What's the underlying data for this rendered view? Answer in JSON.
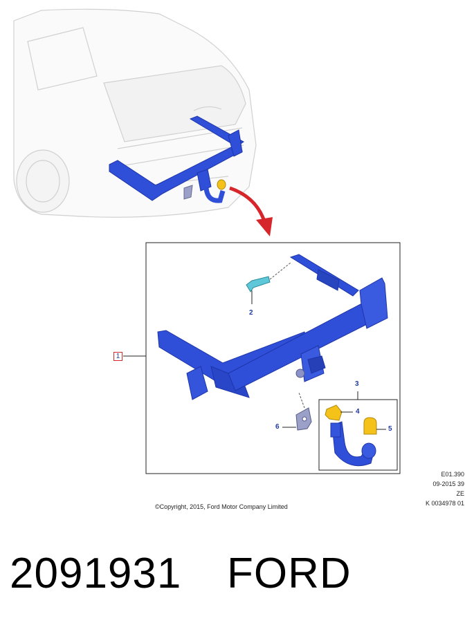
{
  "diagram": {
    "callouts": [
      "1",
      "2",
      "3",
      "4",
      "5",
      "6"
    ],
    "reference_codes": [
      "E01.390",
      "09-2015 39",
      "ZE",
      "K 0034978 01"
    ],
    "copyright": "©Copyright, 2015, Ford Motor Company Limited"
  },
  "part_number": "2091931",
  "brand": "FORD",
  "colors": {
    "part_blue": "#2f4fd8",
    "part_blue_dark": "#1e35a8",
    "highlight_yellow": "#f5c21a",
    "arrow_red": "#d7262b",
    "car_outline": "#d0d0d0"
  }
}
